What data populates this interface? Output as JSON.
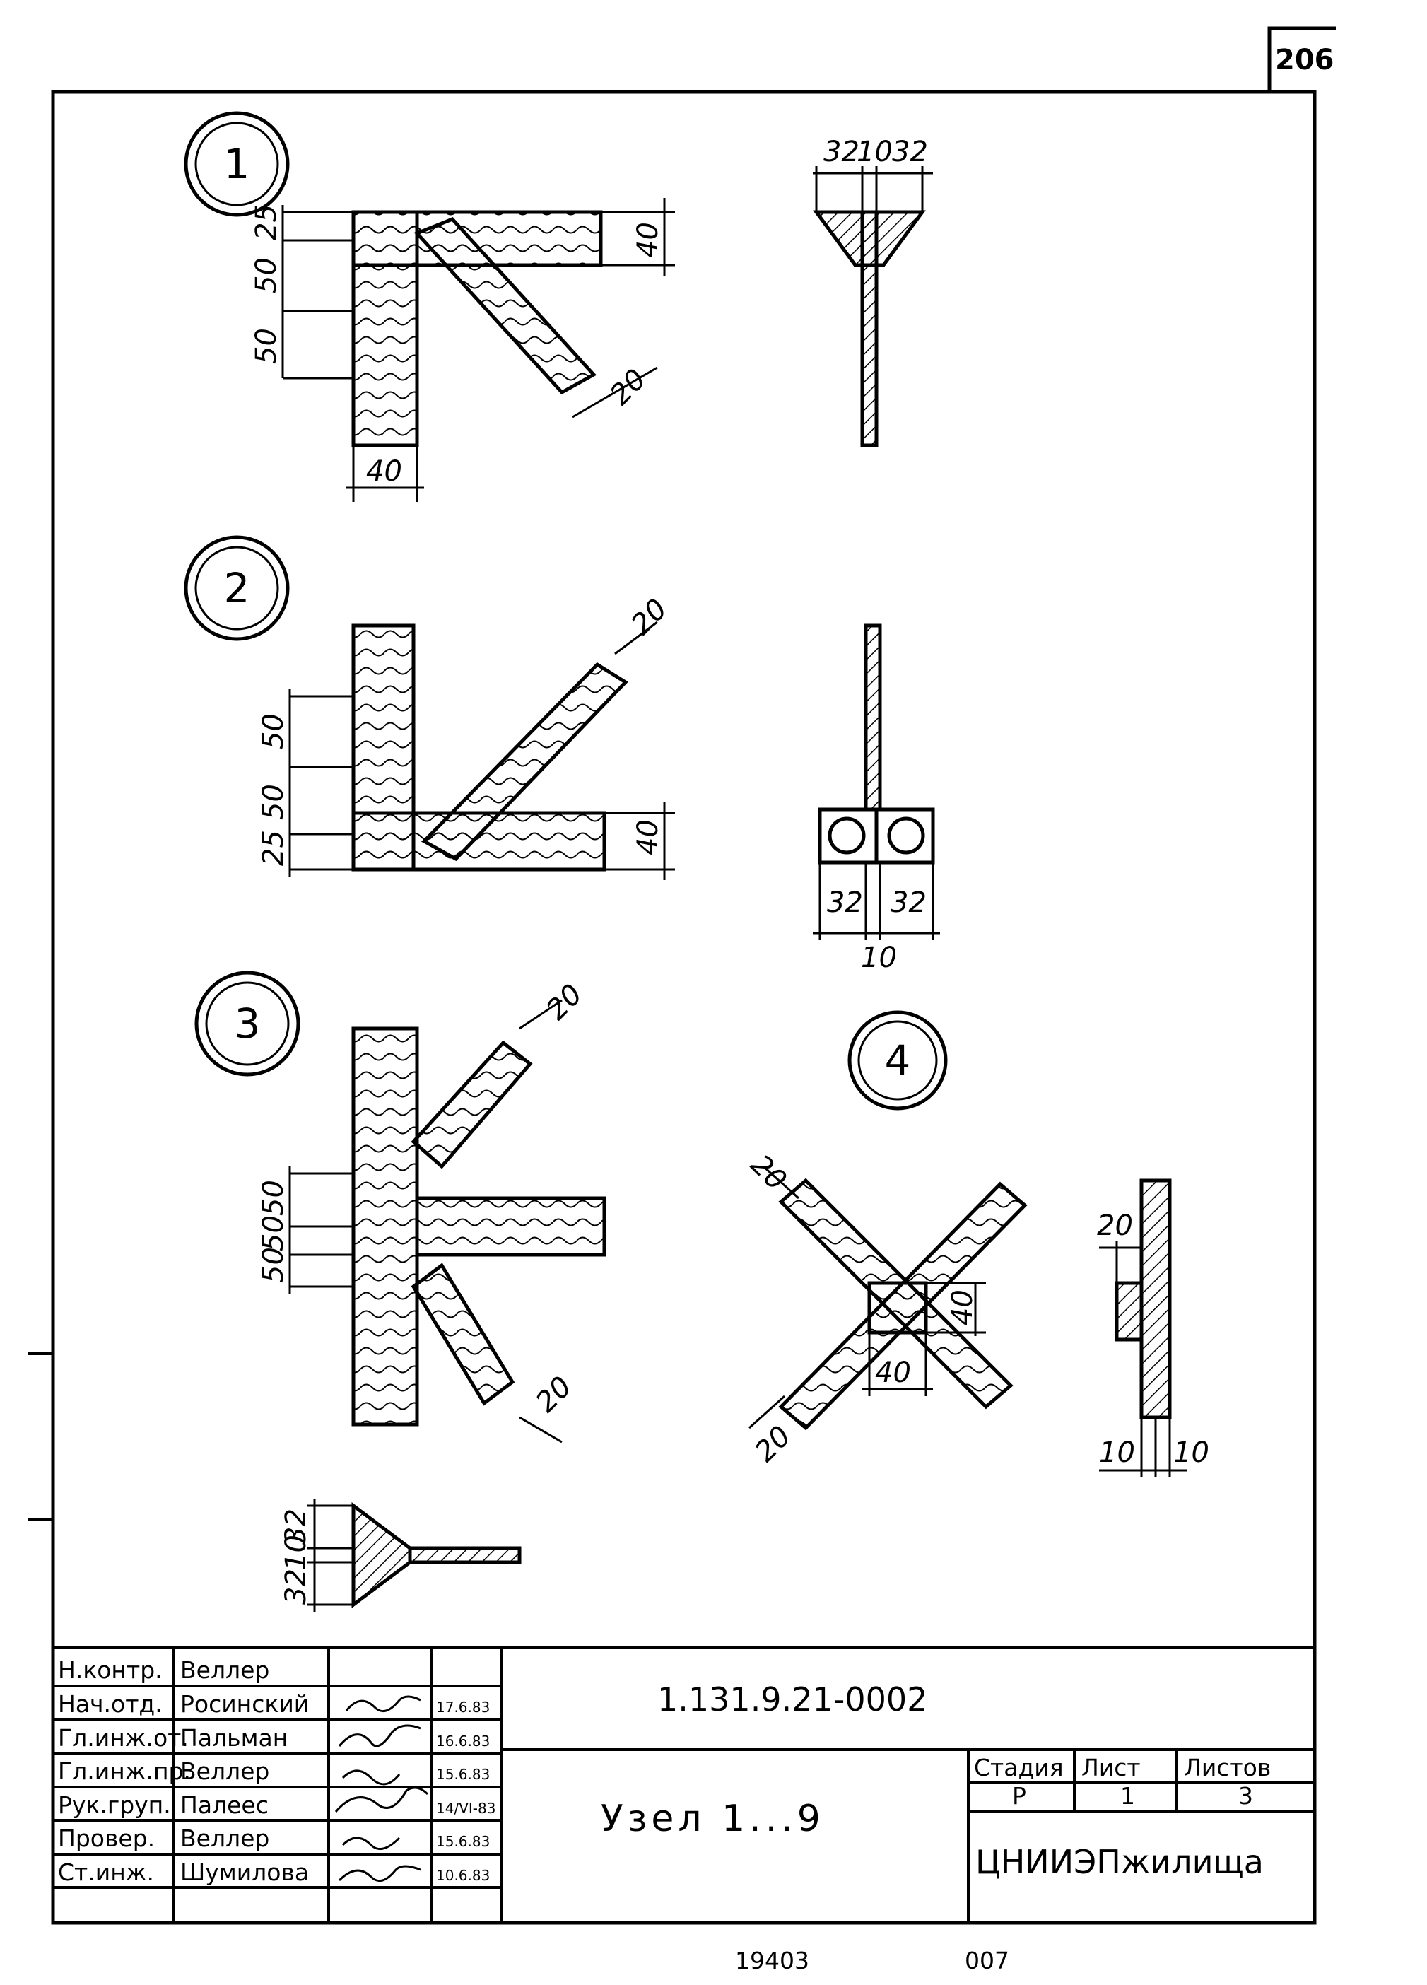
{
  "page": {
    "sheet_no": "206",
    "bottom_marks": [
      "19403",
      "007"
    ]
  },
  "nodes": [
    {
      "num": "1"
    },
    {
      "num": "2"
    },
    {
      "num": "3"
    },
    {
      "num": "4"
    }
  ],
  "dims": {
    "n1": {
      "d25": "25",
      "d50a": "50",
      "d50b": "50",
      "d40w": "40",
      "d40h": "40",
      "d20": "20",
      "top32a": "32",
      "top10": "10",
      "top32b": "32"
    },
    "n2": {
      "d50a": "50",
      "d50b": "50",
      "d25": "25",
      "d40": "40",
      "d20": "20",
      "b32a": "32",
      "b32b": "32",
      "b10": "10"
    },
    "n3": {
      "d50a": "50",
      "d50b": "50",
      "d50c": "50",
      "d20a": "20",
      "d20b": "20",
      "s32a": "32",
      "s10": "10",
      "s32b": "32"
    },
    "n4": {
      "d20a": "20",
      "d20b": "20",
      "d40h": "40",
      "d40w": "40",
      "side20": "20",
      "side10a": "10",
      "side10b": "10"
    }
  },
  "title_block": {
    "doc_code": "1.131.9.21-0002",
    "title": "Узел 1...9",
    "org": "ЦНИИЭПжилища",
    "stage_label": "Стадия",
    "sheet_label": "Лист",
    "sheets_label": "Листов",
    "stage": "Р",
    "sheet": "1",
    "sheets": "3",
    "rows": [
      {
        "role": "Н.контр.",
        "name": "Веллер",
        "date": ""
      },
      {
        "role": "Нач.отд.",
        "name": "Росинский",
        "date": "17.6.83"
      },
      {
        "role": "Гл.инж.от.",
        "name": "Пальман",
        "date": "16.6.83"
      },
      {
        "role": "Гл.инж.пр.",
        "name": "Веллер",
        "date": "15.6.83"
      },
      {
        "role": "Рук.груп.",
        "name": "Палеес",
        "date": "14/VI-83"
      },
      {
        "role": "Провер.",
        "name": "Веллер",
        "date": "15.6.83"
      },
      {
        "role": "Ст.инж.",
        "name": "Шумилова",
        "date": "10.6.83"
      }
    ]
  }
}
